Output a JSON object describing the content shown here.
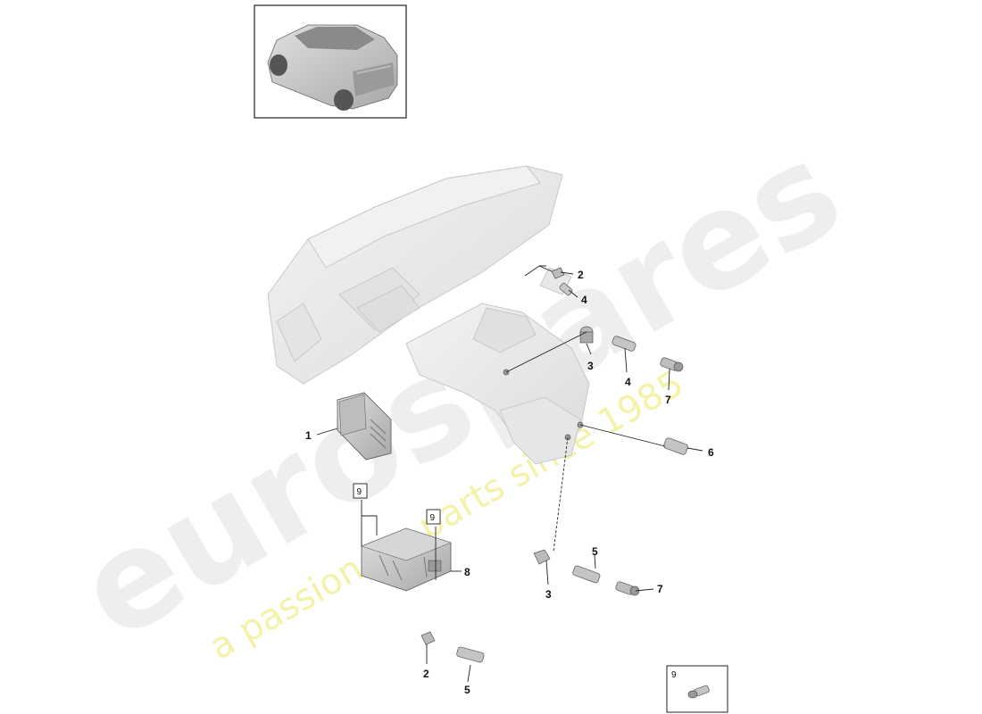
{
  "watermark": {
    "brand": "eurospares",
    "tagline": "a passion for parts since 1985"
  },
  "callouts": {
    "c1": "1",
    "c2_top": "2",
    "c4_top": "4",
    "c3_upper": "3",
    "c4_upper": "4",
    "c7_upper": "7",
    "c6": "6",
    "c9_left": "9",
    "c9_right": "9",
    "c8": "8",
    "c5_mid": "5",
    "c3_lower": "3",
    "c7_lower": "7",
    "c2_bottom": "2",
    "c5_bottom": "5"
  },
  "inset": {
    "number": "9"
  },
  "colors": {
    "line": "#222222",
    "part_fill": "#d0d0d0",
    "ghost_fill": "#e9e9e9",
    "watermark_text": "#eeeeee",
    "tagline_text": "#f4f2a8"
  }
}
